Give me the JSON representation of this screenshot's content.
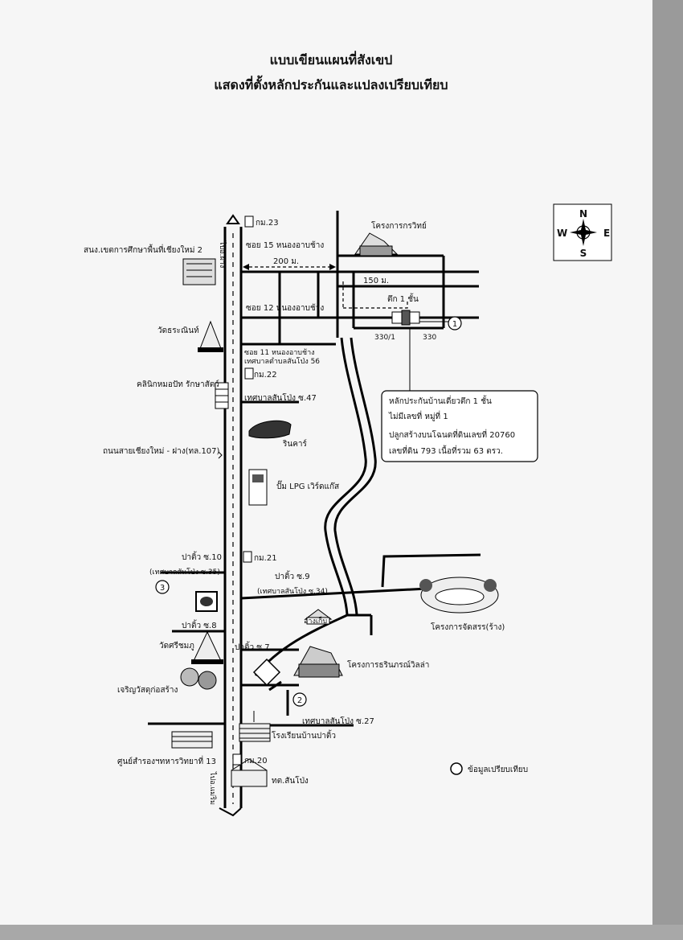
{
  "titles": {
    "line1": "แบบเขียนแผนที่สังเขป",
    "line2": "แสดงที่ตั้งหลักประกันและแปลงเปรียบเทียบ"
  },
  "compass": {
    "n": "N",
    "s": "S",
    "e": "E",
    "w": "W"
  },
  "main_road": {
    "north": "ไปอ.ฝาง",
    "south": "ไปอ.แม่ริม",
    "name": "ถนนสายเชียงใหม่ - ฝาง(ทล.107)"
  },
  "labels": {
    "km23": "กม.23",
    "km22": "กม.22",
    "km21": "กม.21",
    "km20": "กม.20",
    "school_office": "สนง.เขตการศึกษาพื้นที่เชียงใหม่ 2",
    "soi15": "ซอย 15 หนองอาบช้าง",
    "dist200": "200 ม.",
    "dist150": "150 ม.",
    "soi12": "ซอย 12 หนองอาบช้าง",
    "wat_thara": "วัดธระณินท์",
    "soi11_a": "ซอย 11 หนองอาบช้าง",
    "soi11_b": "เทศบาลตำบลสันโป่ง 56",
    "project_north": "โครงการกรวิทย์",
    "tuk1": "ตึก 1 ชั้น",
    "plot_a": "330/1",
    "plot_b": "330",
    "clinic": "คลินิกหมอปัท รักษาสัตว์",
    "tessaban47": "เทศบาลสันโป่ง ซ.47",
    "rincar": "รินคาร์",
    "lpg": "ปั๊ม LPG เวิร์ดแก๊ส",
    "patiw10": "ปาติ้ว ซ.10",
    "tessaban35": "(เทศบาลสันโป่ง ซ.35)",
    "patiw9": "ปาติ้ว ซ.9",
    "tessaban34": "(เทศบาลสันโป่ง ซ.34)",
    "project_east": "โครงการจัดสรร(ร้าง)",
    "chanom": "อ่างเก็บ",
    "patiw8": "ปาติ้ว ซ.8",
    "wat_sri": "วัดศรีชมภู",
    "patiw7": "ปาติ้ว ซ.7",
    "project_villa": "โครงการธรินภรณ์วิลล่า",
    "shop": "เจริญวัสดุก่อสร้าง",
    "tessaban27": "เทศบาลสันโป่ง ซ.27",
    "school": "โรงเรียนบ้านปาติ้ว",
    "center13": "ศูนย์สำรองฯทหารวิทยาที่ 13",
    "tt": "ทต.สันโป่ง"
  },
  "markers": {
    "m1": "1",
    "m2": "2",
    "m3": "3"
  },
  "info_box": {
    "line1": "หลักประกันบ้านเดี่ยวตึก 1 ชั้น",
    "line2": "ไม่มีเลขที่ หมู่ที่ 1",
    "line3": "ปลูกสร้างบนโฉนดที่ดินเลขที่ 20760",
    "line4": "เลขที่ดิน 793 เนื้อที่รวม 63 ตรว."
  },
  "legend": {
    "label": "ข้อมูลเปรียบเทียบ"
  }
}
